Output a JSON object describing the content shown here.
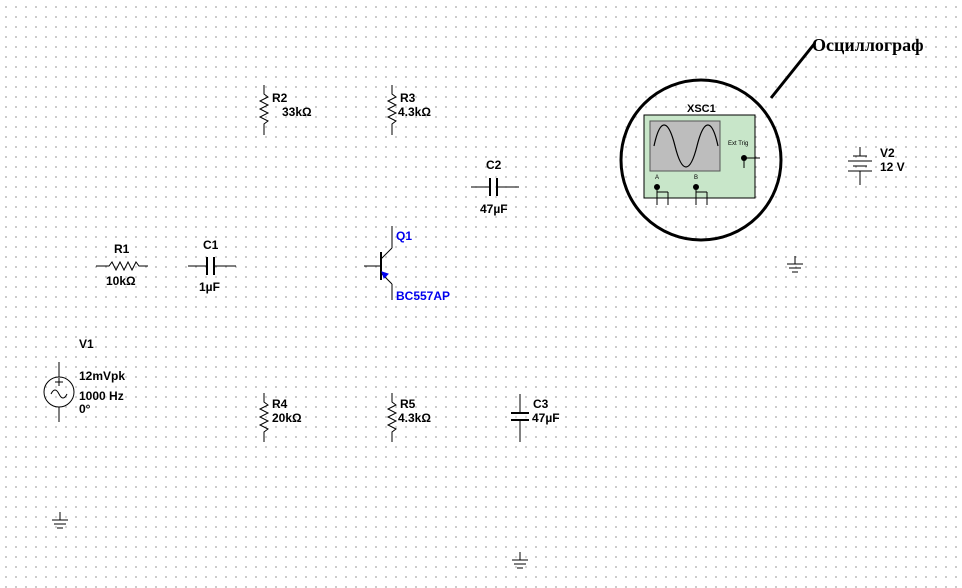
{
  "annotation": {
    "title": "Осциллограф"
  },
  "oscilloscope": {
    "ref": "XSC1",
    "ext_trig_label": "Ext Trig",
    "channel_a_label": "A",
    "channel_b_label": "B"
  },
  "components": {
    "r1": {
      "ref": "R1",
      "value": "10kΩ"
    },
    "r2": {
      "ref": "R2",
      "value": "33kΩ"
    },
    "r3": {
      "ref": "R3",
      "value": "4.3kΩ"
    },
    "r4": {
      "ref": "R4",
      "value": "20kΩ"
    },
    "r5": {
      "ref": "R5",
      "value": "4.3kΩ"
    },
    "c1": {
      "ref": "C1",
      "value": "1µF"
    },
    "c2": {
      "ref": "C2",
      "value": "47µF"
    },
    "c3": {
      "ref": "C3",
      "value": "47µF"
    },
    "q1": {
      "ref": "Q1",
      "model": "BC557AP"
    },
    "v1": {
      "ref": "V1",
      "amplitude": "12mVpk",
      "frequency": "1000 Hz",
      "phase": "0°"
    },
    "v2": {
      "ref": "V2",
      "voltage": "12 V"
    }
  },
  "colors": {
    "wire": "#000000",
    "transistor_label": "#0000ee",
    "scope_body": "#c8e6c9",
    "scope_screen": "#bdbdbd"
  }
}
